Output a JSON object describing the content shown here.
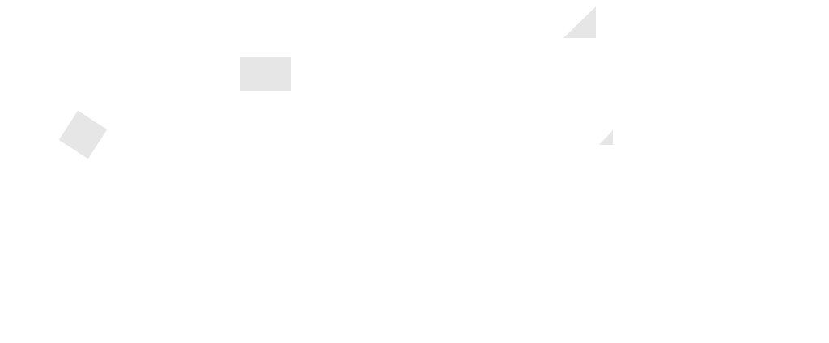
{
  "theme": {
    "background": "#ffffff",
    "shape_fill": "#e6e6e6"
  },
  "shapes": [
    {
      "name": "diamond",
      "kind": "rotated-square"
    },
    {
      "name": "rectangle",
      "kind": "rectangle"
    },
    {
      "name": "triangle-large",
      "kind": "right-triangle"
    },
    {
      "name": "triangle-small",
      "kind": "right-triangle"
    }
  ]
}
